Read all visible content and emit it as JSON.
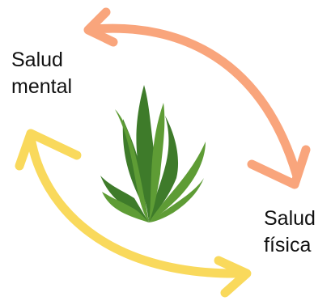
{
  "labels": {
    "mental": [
      "Salud",
      "mental"
    ],
    "physical": [
      "Salud",
      "física"
    ]
  },
  "colors": {
    "top_arrow": "#F9A57C",
    "bottom_arrow": "#F9D95C",
    "plant_dark": "#3E7B2A",
    "plant_light": "#5E9C35",
    "text": "#111111",
    "background": "#FFFFFF"
  },
  "icons": {
    "center": "seaweed-plant-icon",
    "top": "double-headed-arrow-icon",
    "bottom": "double-headed-arrow-icon"
  }
}
